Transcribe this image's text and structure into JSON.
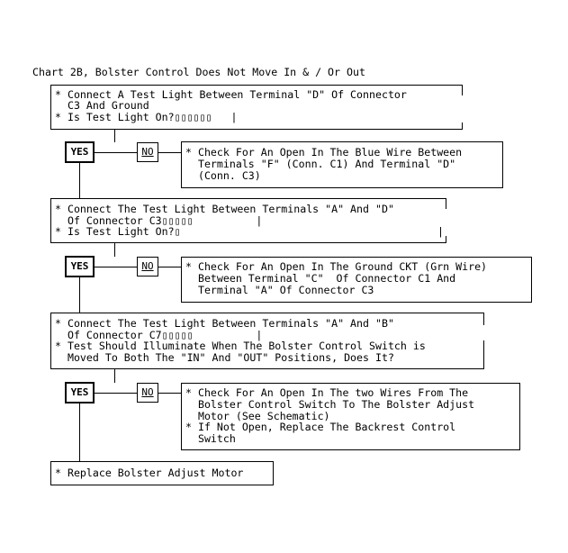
{
  "chart_title": "Chart 2B, Bolster Control Does Not Move In & / Or Out",
  "steps": [
    {
      "test_lines": [
        "* Connect A Test Light Between Terminal \"D\" Of Connector",
        "  C3 And Ground",
        "* Is Test Light On?▯▯▯▯▯▯   |"
      ],
      "yes_label": "YES",
      "no_label": "NO",
      "no_action_lines": [
        "* Check For An Open In The Blue Wire Between",
        "  Terminals \"F\" (Conn. C1) And Terminal \"D\"",
        "  (Conn. C3)"
      ]
    },
    {
      "test_lines": [
        "* Connect The Test Light Between Terminals \"A\" And \"D\"",
        "  Of Connector C3▯▯▯▯▯          |",
        "* Is Test Light On?▯"
      ],
      "yes_label": "YES",
      "no_label": "NO",
      "no_action_lines": [
        "* Check For An Open In The Ground CKT (Grn Wire)",
        "  Between Terminal \"C\"  Of Connector C1 And",
        "  Terminal \"A\" Of Connector C3"
      ]
    },
    {
      "test_lines": [
        "* Connect The Test Light Between Terminals \"A\" And \"B\"",
        "  Of Connector C7▯▯▯▯▯          |",
        "* Test Should Illuminate When The Bolster Control Switch is",
        "  Moved To Both The \"IN\" And \"OUT\" Positions, Does It?"
      ],
      "yes_label": "YES",
      "no_label": "NO",
      "no_action_lines": [
        "* Check For An Open In The two Wires From The",
        "  Bolster Control Switch To The Bolster Adjust",
        "  Motor (See Schematic)",
        "* If Not Open, Replace The Backrest Control",
        "  Switch"
      ]
    }
  ],
  "final_action": "* Replace Bolster Adjust Motor"
}
